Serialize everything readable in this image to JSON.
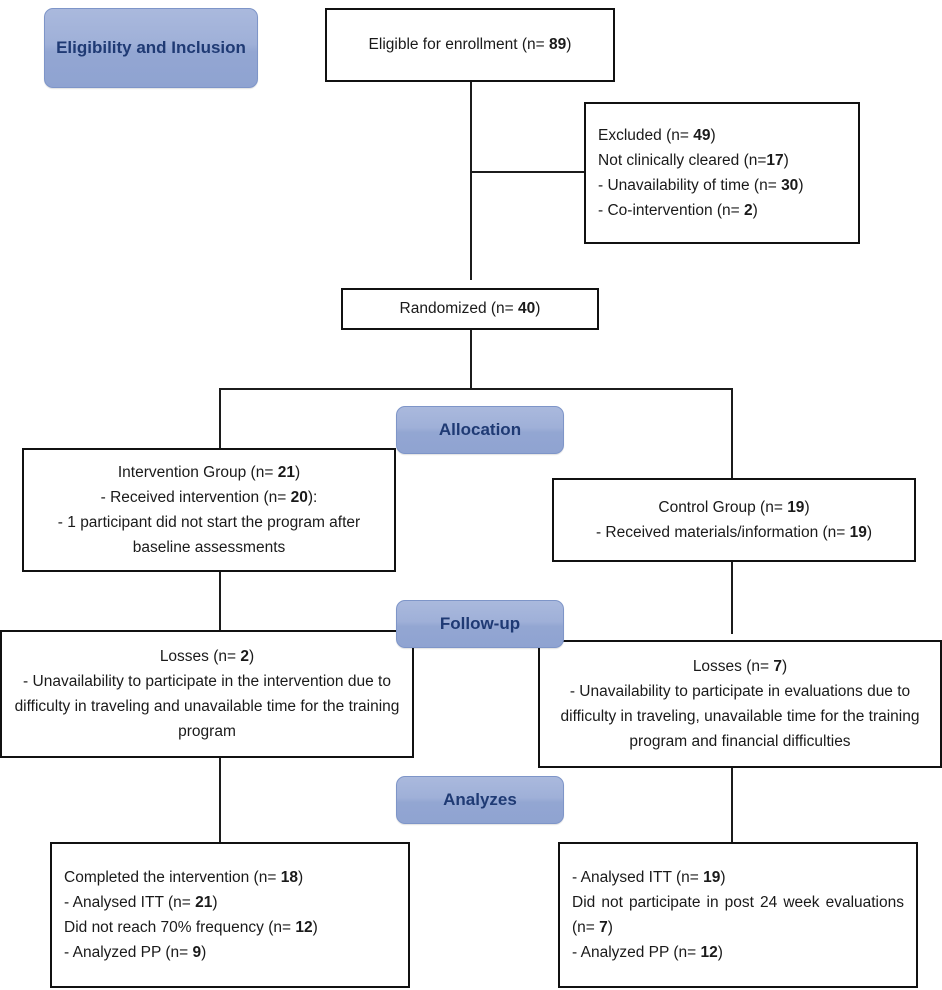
{
  "diagram": {
    "title": "CONSORT participant flow diagram",
    "accent_color": "#9fb0d8",
    "accent_text_color": "#1f3a74",
    "box_border_color": "#111111",
    "background_color": "#ffffff"
  },
  "stages": {
    "eligibility": "Eligibility and Inclusion",
    "allocation": "Allocation",
    "followup": "Follow-up",
    "analyzes": "Analyzes"
  },
  "nodes": {
    "eligible": {
      "lines": [
        "Eligible for enrollment (n= 89)"
      ]
    },
    "excluded": {
      "lines": [
        "Excluded (n= 49)",
        "Not clinically cleared (n=17)",
        "- Unavailability of time (n= 30)",
        "- Co-intervention (n= 2)"
      ]
    },
    "randomized": {
      "lines": [
        "Randomized (n= 40)"
      ]
    },
    "intervention_group": {
      "lines": [
        "Intervention Group (n= 21)",
        "- Received intervention (n= 20):",
        "- 1 participant did not start the program after baseline assessments"
      ]
    },
    "control_group": {
      "lines": [
        "Control Group (n= 19)",
        "- Received materials/information (n= 19)"
      ]
    },
    "losses_intervention": {
      "lines": [
        "Losses (n= 2)",
        "- Unavailability to participate in the intervention due to difficulty in traveling and unavailable time for the training program"
      ]
    },
    "losses_control": {
      "lines": [
        "Losses (n= 7)",
        "- Unavailability to participate in evaluations due to difficulty in traveling, unavailable time for the training program and financial difficulties"
      ]
    },
    "analysis_intervention": {
      "lines": [
        "Completed the intervention (n= 18)",
        "- Analysed ITT (n= 21)",
        "Did not reach 70% frequency (n= 12)",
        "- Analyzed PP (n= 9)"
      ]
    },
    "analysis_control": {
      "lines": [
        "- Analysed ITT (n= 19)",
        "Did not participate in post 24 week evaluations (n= 7)",
        "- Analyzed PP (n= 12)"
      ]
    }
  },
  "counts": {
    "eligible_n": 89,
    "excluded_n": 49,
    "not_clinically_cleared_n": 17,
    "unavailability_of_time_n": 30,
    "co_intervention_n": 2,
    "randomized_n": 40,
    "intervention_group_n": 21,
    "intervention_received_n": 20,
    "control_group_n": 19,
    "control_received_materials_n": 19,
    "losses_intervention_n": 2,
    "losses_control_n": 7,
    "completed_intervention_n": 18,
    "intervention_itt_n": 21,
    "did_not_reach_frequency_n": 12,
    "intervention_pp_n": 9,
    "control_itt_n": 19,
    "control_missed_evaluations_n": 7,
    "control_pp_n": 12
  }
}
